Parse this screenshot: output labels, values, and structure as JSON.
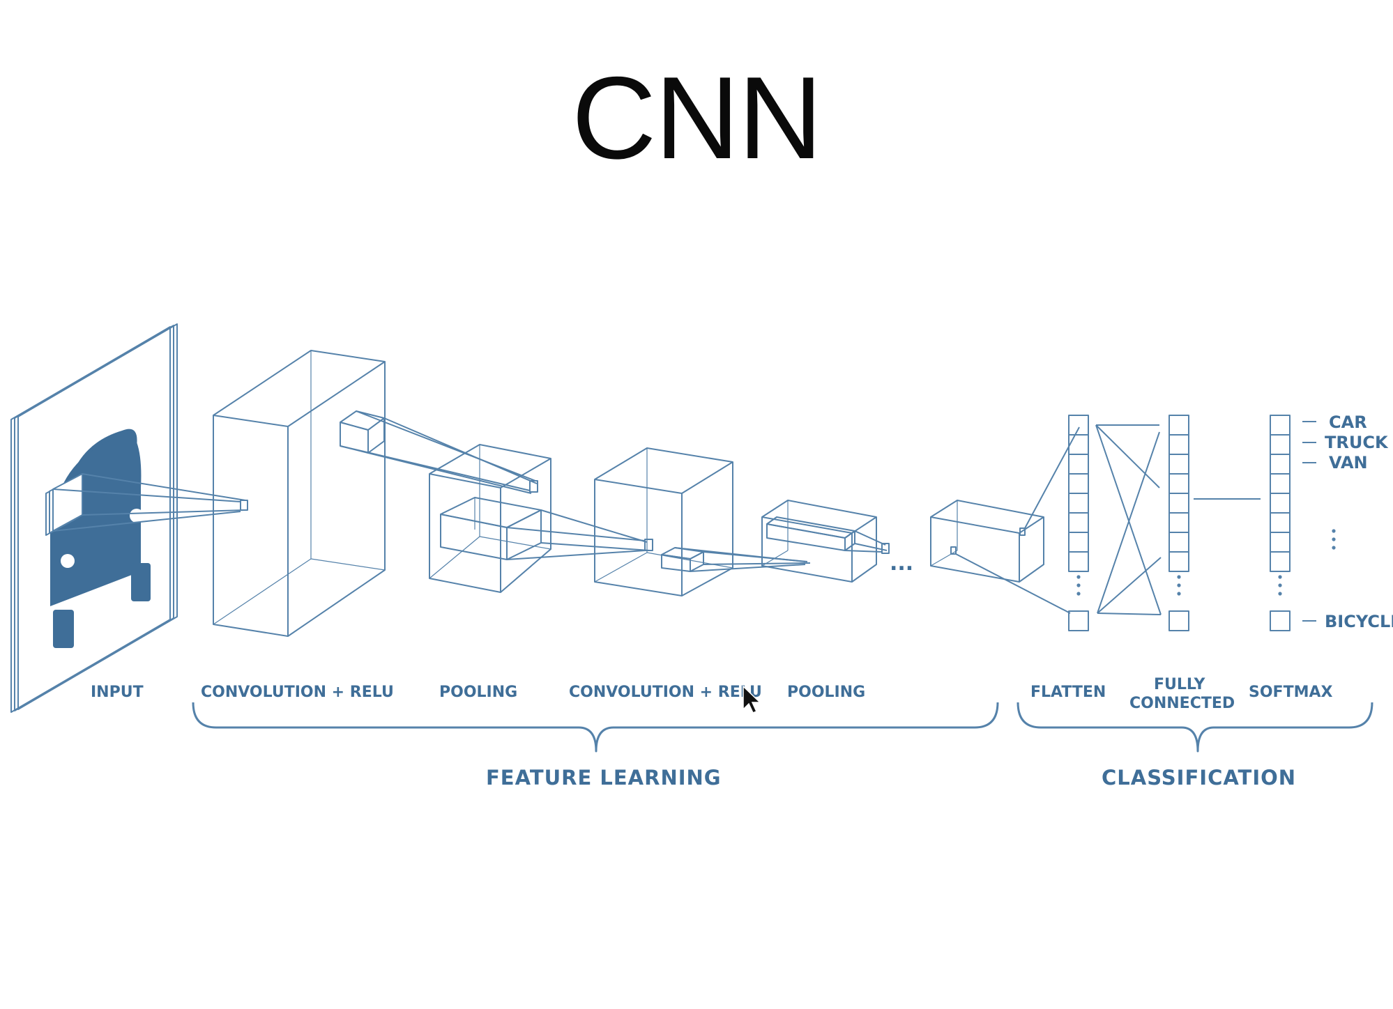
{
  "title": "CNN",
  "stages": {
    "input": "INPUT",
    "conv1": "CONVOLUTION + RELU",
    "pool1": "POOLING",
    "conv2": "CONVOLUTION + RELU",
    "pool2": "POOLING",
    "flatten": "FLATTEN",
    "fully_connected_1": "FULLY",
    "fully_connected_2": "CONNECTED",
    "softmax": "SOFTMAX"
  },
  "groups": {
    "feature_learning": "FEATURE LEARNING",
    "classification": "CLASSIFICATION"
  },
  "classes": [
    "CAR",
    "TRUCK",
    "VAN",
    "BICYCLE"
  ],
  "ellipsis": "...",
  "colors": {
    "accent": "#3f6e98",
    "line": "#5582aa",
    "title": "#0a0a0a"
  },
  "icons": {
    "input_image": "car-icon",
    "pointer": "mouse-cursor-icon"
  }
}
